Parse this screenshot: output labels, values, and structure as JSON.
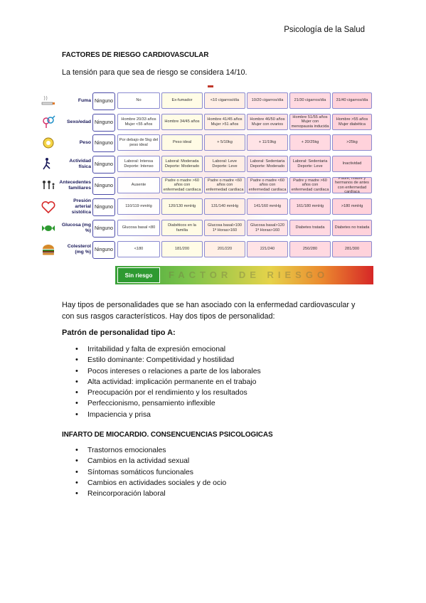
{
  "header": {
    "title": "Psicología de la Salud"
  },
  "section1": {
    "heading": "FACTORES DE RIESGO CARDIOVASCULAR",
    "intro": "La tensión para que sea de riesgo se considera 14/10."
  },
  "infographic": {
    "none_label": "Ninguno",
    "bar_label": "Sin riesgo",
    "bar_text": "FACTOR DE RIESGO",
    "colors": {
      "safe": "#2e9a31",
      "danger": "#d62727",
      "border": "#4b4ba8"
    },
    "rows": [
      {
        "label": "Fuma",
        "icon": "smoking-icon",
        "cells": [
          "No",
          "Ex-fumador",
          "<10 cigarros/día",
          "10/20 cigarros/día",
          "21/30 cigarros/día",
          "31/40 cigarros/día"
        ]
      },
      {
        "label": "Sexo/edad",
        "icon": "gender-icon",
        "cells": [
          "Hombre 20/33 años Mujer <55 años",
          "Hombre 34/45 años",
          "Hombre 41/45 años Mujer >51 años",
          "Hombre 46/50 años Mujer con ovarios",
          "Hombre 51/55 años Mujer con menopausia inducida",
          "Hombre >55 años Mujer diabética"
        ]
      },
      {
        "label": "Peso",
        "icon": "scale-icon",
        "cells": [
          "Por debajo de 5kg del peso ideal",
          "Peso ideal",
          "+ 5/10kg",
          "+ 11/19kg",
          "+ 20/25kg",
          ">25kg"
        ]
      },
      {
        "label": "Actividad física",
        "icon": "activity-icon",
        "cells": [
          "Laboral: Intensa Deporte: Intenso",
          "Laboral: Moderada Deporte: Moderado",
          "Laboral: Leve Deporte: Leve",
          "Laboral: Sedentaria Deporte: Moderado",
          "Laboral: Sedentaria Deporte: Leve",
          "Inactividad"
        ]
      },
      {
        "label": "Antecedentes familiares",
        "icon": "family-icon",
        "cells": [
          "Ausente",
          "Padre o madre >60 años con enfermedad cardíaca",
          "Padre o madre <60 años con enfermedad cardíaca",
          "Padre o madre <60 años con enfermedad cardíaca",
          "Padre y madre >60 años con enfermedad cardíaca",
          "Padre, madre y hermanos de antes con enfermedad cardíaca"
        ]
      },
      {
        "label": "Presión arterial sistólica",
        "icon": "heart-icon",
        "cells": [
          "110/119 mmHg",
          "120/130 mmHg",
          "131/140 mmHg",
          "141/160 mmHg",
          "161/180 mmHg",
          ">180 mmHg"
        ]
      },
      {
        "label": "Glucosa (mg %)",
        "icon": "candy-icon",
        "cells": [
          "Glucosa basal <80",
          "Diabéticos en la familia",
          "Glucosa basal>100 1ª Horas>160",
          "Glucosa basal>120 1ª Horas>160",
          "Diabetes tratada",
          "Diabetes no tratada"
        ]
      },
      {
        "label": "Colesterol (mg %)",
        "icon": "burger-icon",
        "cells": [
          "<180",
          "181/200",
          "201/220",
          "221/240",
          "250/280",
          "281/300"
        ]
      }
    ]
  },
  "section2": {
    "paragraph": "Hay tipos de personalidades que se han asociado con la enfermedad cardiovascular y con sus rasgos característicos. Hay dos tipos de personalidad:",
    "subheading": "Patrón de personalidad tipo A:",
    "items": [
      "Irritabilidad y falta de expresión emocional",
      "Estilo dominante: Competitividad y hostilidad",
      "Pocos intereses o relaciones a parte de los laborales",
      "Alta actividad:  implicación permanente en el trabajo",
      "Preocupación por el rendimiento y los resultados",
      "Perfeccionismo, pensamiento inflexible",
      "Impaciencia y prisa"
    ]
  },
  "section3": {
    "heading": "INFARTO DE MIOCARDIO. CONSENCUENCIAS PSICOLOGICAS",
    "items": [
      "Trastornos emocionales",
      "Cambios en la actividad sexual",
      "Síntomas somáticos funcionales",
      "Cambios en actividades sociales y de ocio",
      "Reincorporación laboral"
    ]
  }
}
